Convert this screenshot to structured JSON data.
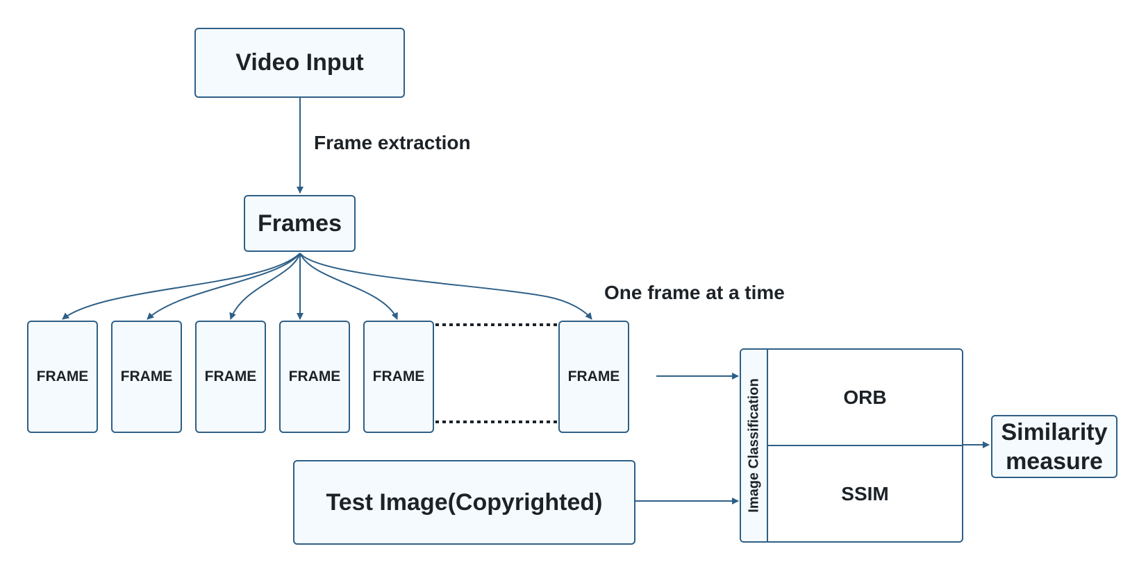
{
  "diagram": {
    "video_input": "Video Input",
    "frame_extraction": "Frame extraction",
    "frames": "Frames",
    "one_frame_at_a_time": "One frame at a time",
    "frame_label": "FRAME",
    "test_image": "Test Image(Copyrighted)",
    "image_classification": "Image Classification",
    "orb": "ORB",
    "ssim": "SSIM",
    "similarity_line1": "Similarity",
    "similarity_line2": "measure"
  },
  "colors": {
    "stroke": "#2e5f86",
    "box_fill": "#f4fafd",
    "text": "#1c2227"
  }
}
